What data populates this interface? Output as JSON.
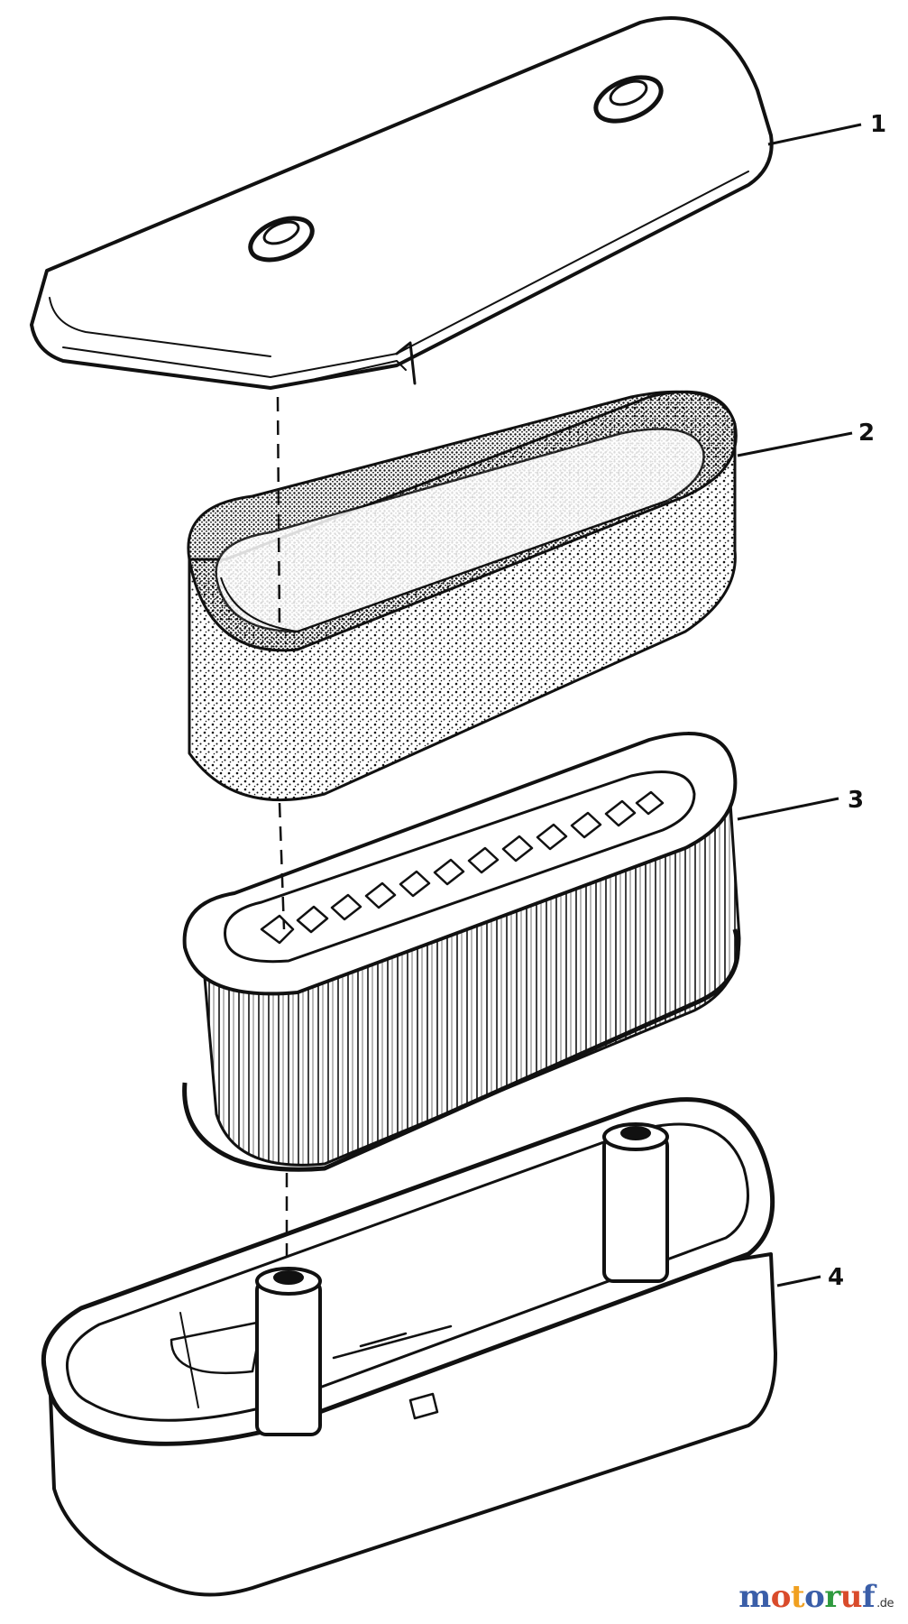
{
  "parts": [
    {
      "number": "1"
    },
    {
      "number": "2"
    },
    {
      "number": "3"
    },
    {
      "number": "4"
    }
  ],
  "watermark": {
    "letters": [
      "m",
      "o",
      "t",
      "o",
      "r",
      "u",
      "f"
    ],
    "suffix": ".de"
  }
}
